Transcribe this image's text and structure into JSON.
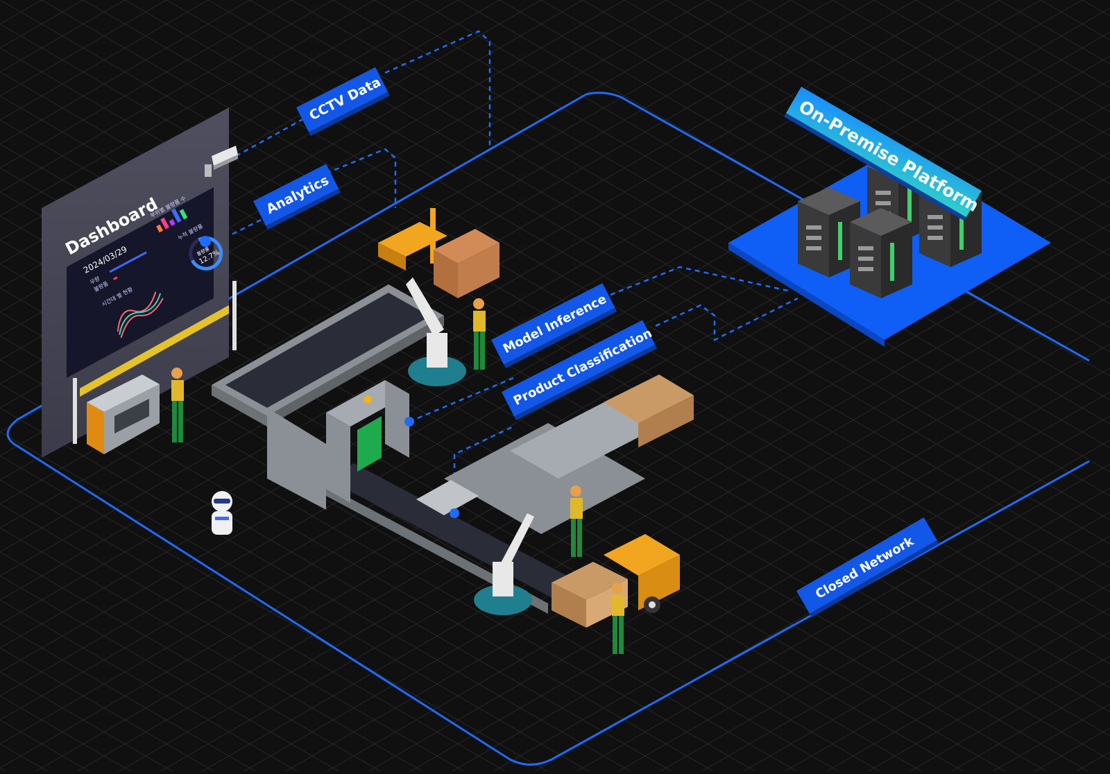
{
  "labels": {
    "cctv": "CCTV Data",
    "analytics": "Analytics",
    "model": "Model Inference",
    "product": "Product Classification",
    "platform": "On-Premise Platform",
    "network": "Closed Network"
  },
  "dashboard": {
    "title": "Dashboard",
    "date": "2024/03/29",
    "metric_label_1": "우량",
    "metric_label_2": "불량품",
    "chart_label": "시간대 별 현황",
    "bars_label": "부위별 불량품 수",
    "gauge_label": "누적 불량률",
    "gauge_value": "12.7%",
    "gauge_caption": "불량률",
    "gauge_fraction": 0.127
  },
  "colors": {
    "background": "#101010",
    "network_line": "#1f6bff",
    "label_blue": "#1357e8",
    "platform_base": "#0f5ef5",
    "platform_label": "#29c3d4",
    "dashboard_panel": "#4a4a58"
  }
}
